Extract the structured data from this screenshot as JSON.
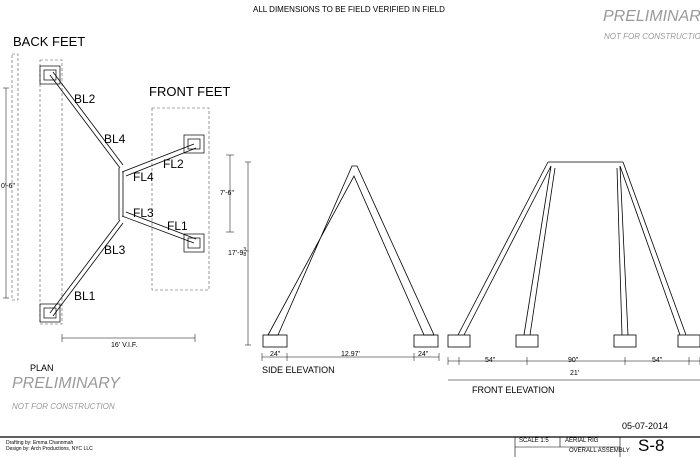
{
  "header_note": "ALL DIMENSIONS TO BE FIELD VERIFIED IN FIELD",
  "watermark": {
    "title": "PRELIMINARY",
    "subtitle": "NOT FOR CONSTRUCTION"
  },
  "plan": {
    "back_feet_label": "BACK FEET",
    "front_feet_label": "FRONT FEET",
    "legs": [
      "BL2",
      "BL4",
      "FL2",
      "FL4",
      "FL3",
      "FL1",
      "BL3",
      "BL1"
    ],
    "dim_left": "0'-6\"",
    "dim_right": "7'-6\"",
    "dim_bottom": "16' V.I.F.",
    "view_label": "PLAN"
  },
  "side_elevation": {
    "height_dim_main": "17'-9",
    "height_dim_num": "3",
    "height_dim_den": "8",
    "height_dim_suffix": "\"",
    "dim_left": "24\"",
    "dim_middle": "12.97'",
    "dim_right": "24\"",
    "view_label": "SIDE ELEVATION"
  },
  "front_elevation": {
    "dim_1": "54\"",
    "dim_2": "90\"",
    "dim_3": "54\"",
    "overall": "21'",
    "view_label": "FRONT ELEVATION"
  },
  "title_block": {
    "date": "05-07-2014",
    "drafting": "Drafting by: Emma Channmah",
    "design": "Design by: Arch Productions, NYC LLC",
    "scale": "SCALE 1:5",
    "project": "AERIAL RIG",
    "drawing_title": "OVERALL ASSEMBLY",
    "sheet": "S-8"
  }
}
